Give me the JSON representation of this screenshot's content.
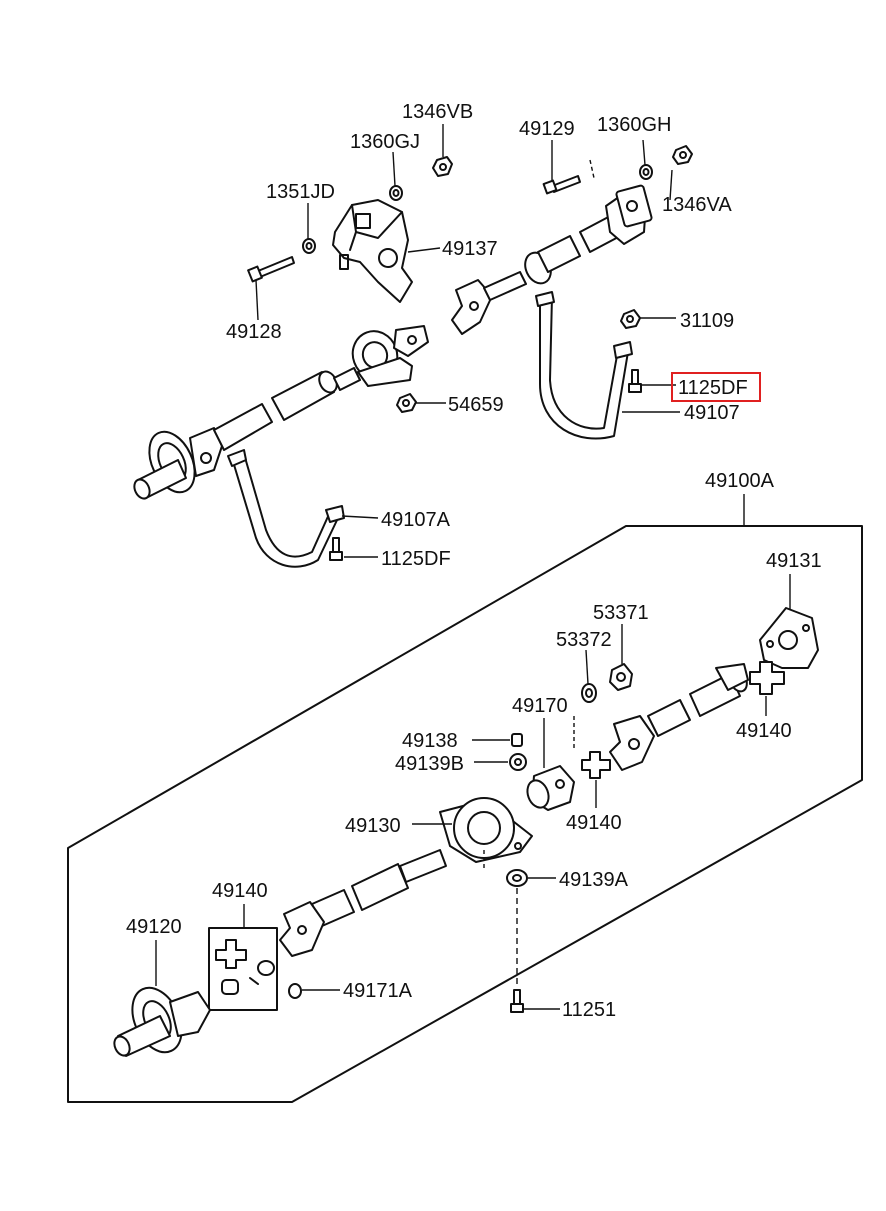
{
  "labels": {
    "l_1346VB": "1346VB",
    "l_1360GJ": "1360GJ",
    "l_1351JD": "1351JD",
    "l_49137": "49137",
    "l_49128": "49128",
    "l_54659": "54659",
    "l_49129": "49129",
    "l_1360GH": "1360GH",
    "l_1346VA": "1346VA",
    "l_31109": "31109",
    "l_1125DF_top": "1125DF",
    "l_49107": "49107",
    "l_49107A": "49107A",
    "l_1125DF_mid": "1125DF",
    "l_49100A": "49100A",
    "l_49131": "49131",
    "l_53371": "53371",
    "l_53372": "53372",
    "l_49170": "49170",
    "l_49140_a": "49140",
    "l_49138": "49138",
    "l_49139B": "49139B",
    "l_49140_b": "49140",
    "l_49130": "49130",
    "l_49139A": "49139A",
    "l_49140_c": "49140",
    "l_49120": "49120",
    "l_49171A": "49171A",
    "l_11251": "11251"
  },
  "highlight": {
    "part": "1125DF",
    "color": "#e02020"
  }
}
